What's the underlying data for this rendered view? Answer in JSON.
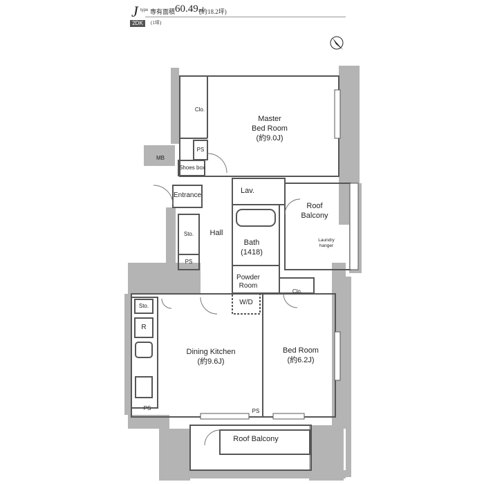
{
  "header": {
    "type_letter": "J",
    "type_suffix": "type",
    "layout": "2DK",
    "area_label": "専有面積",
    "area_value": "60.49",
    "area_unit": "㎡",
    "area_tsubo": "(約18.2坪)",
    "area_tsubo_line2": "(1坪)"
  },
  "compass": {
    "label": "N",
    "icon": "north-arrow-icon"
  },
  "rooms": {
    "master_bedroom": [
      "Master",
      "Bed Room",
      "(約9.0J)"
    ],
    "roof_balcony_side": [
      "Roof",
      "Balcony"
    ],
    "laundry_hanger": [
      "Laundry",
      "hanger"
    ],
    "bath": [
      "Bath",
      "(1418)"
    ],
    "powder_room": [
      "Powder",
      "Room"
    ],
    "wd": "W/D",
    "dining_kitchen": [
      "Dining Kitchen",
      "(約9.6J)"
    ],
    "bed_room": [
      "Bed Room",
      "(約6.2J)"
    ],
    "roof_balcony_bottom": "Roof Balcony",
    "entrance": "Entrance",
    "hall": "Hall",
    "lav": "Lav.",
    "mb": "MB",
    "shoes_box": "Shoes box",
    "sto_hall": "Sto.",
    "sto_kitchen": "Sto.",
    "clo_master": "Clo.",
    "clo_bed": "Clo.",
    "ps_top": "PS",
    "ps_hall": "PS",
    "ps_kitchen": "PS",
    "ps_mid": "PS",
    "refrigerator": "R"
  }
}
